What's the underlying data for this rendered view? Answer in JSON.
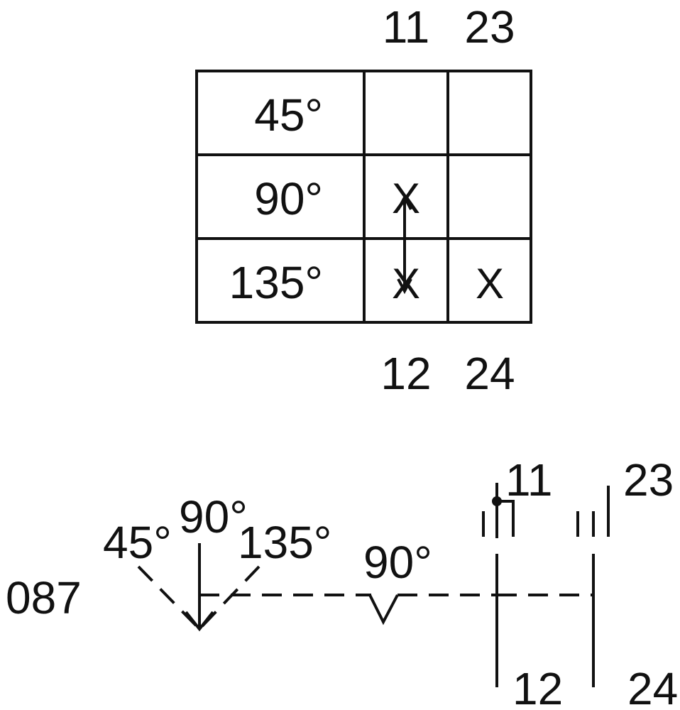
{
  "table": {
    "top_labels": [
      "11",
      "23"
    ],
    "bottom_labels": [
      "12",
      "24"
    ],
    "rows": [
      {
        "angle": "45°",
        "col1": "",
        "col2": ""
      },
      {
        "angle": "90°",
        "col1": "X",
        "col2": ""
      },
      {
        "angle": "135°",
        "col1": "X",
        "col2": "X"
      }
    ]
  },
  "schematic": {
    "designation": "087",
    "positions": [
      "45°",
      "90°",
      "135°"
    ],
    "detent_label": "90°",
    "contact_a": {
      "top": "11",
      "bottom": "12"
    },
    "contact_b": {
      "top": "23",
      "bottom": "24"
    }
  },
  "colors": {
    "ink": "#111111",
    "background": "#ffffff"
  }
}
